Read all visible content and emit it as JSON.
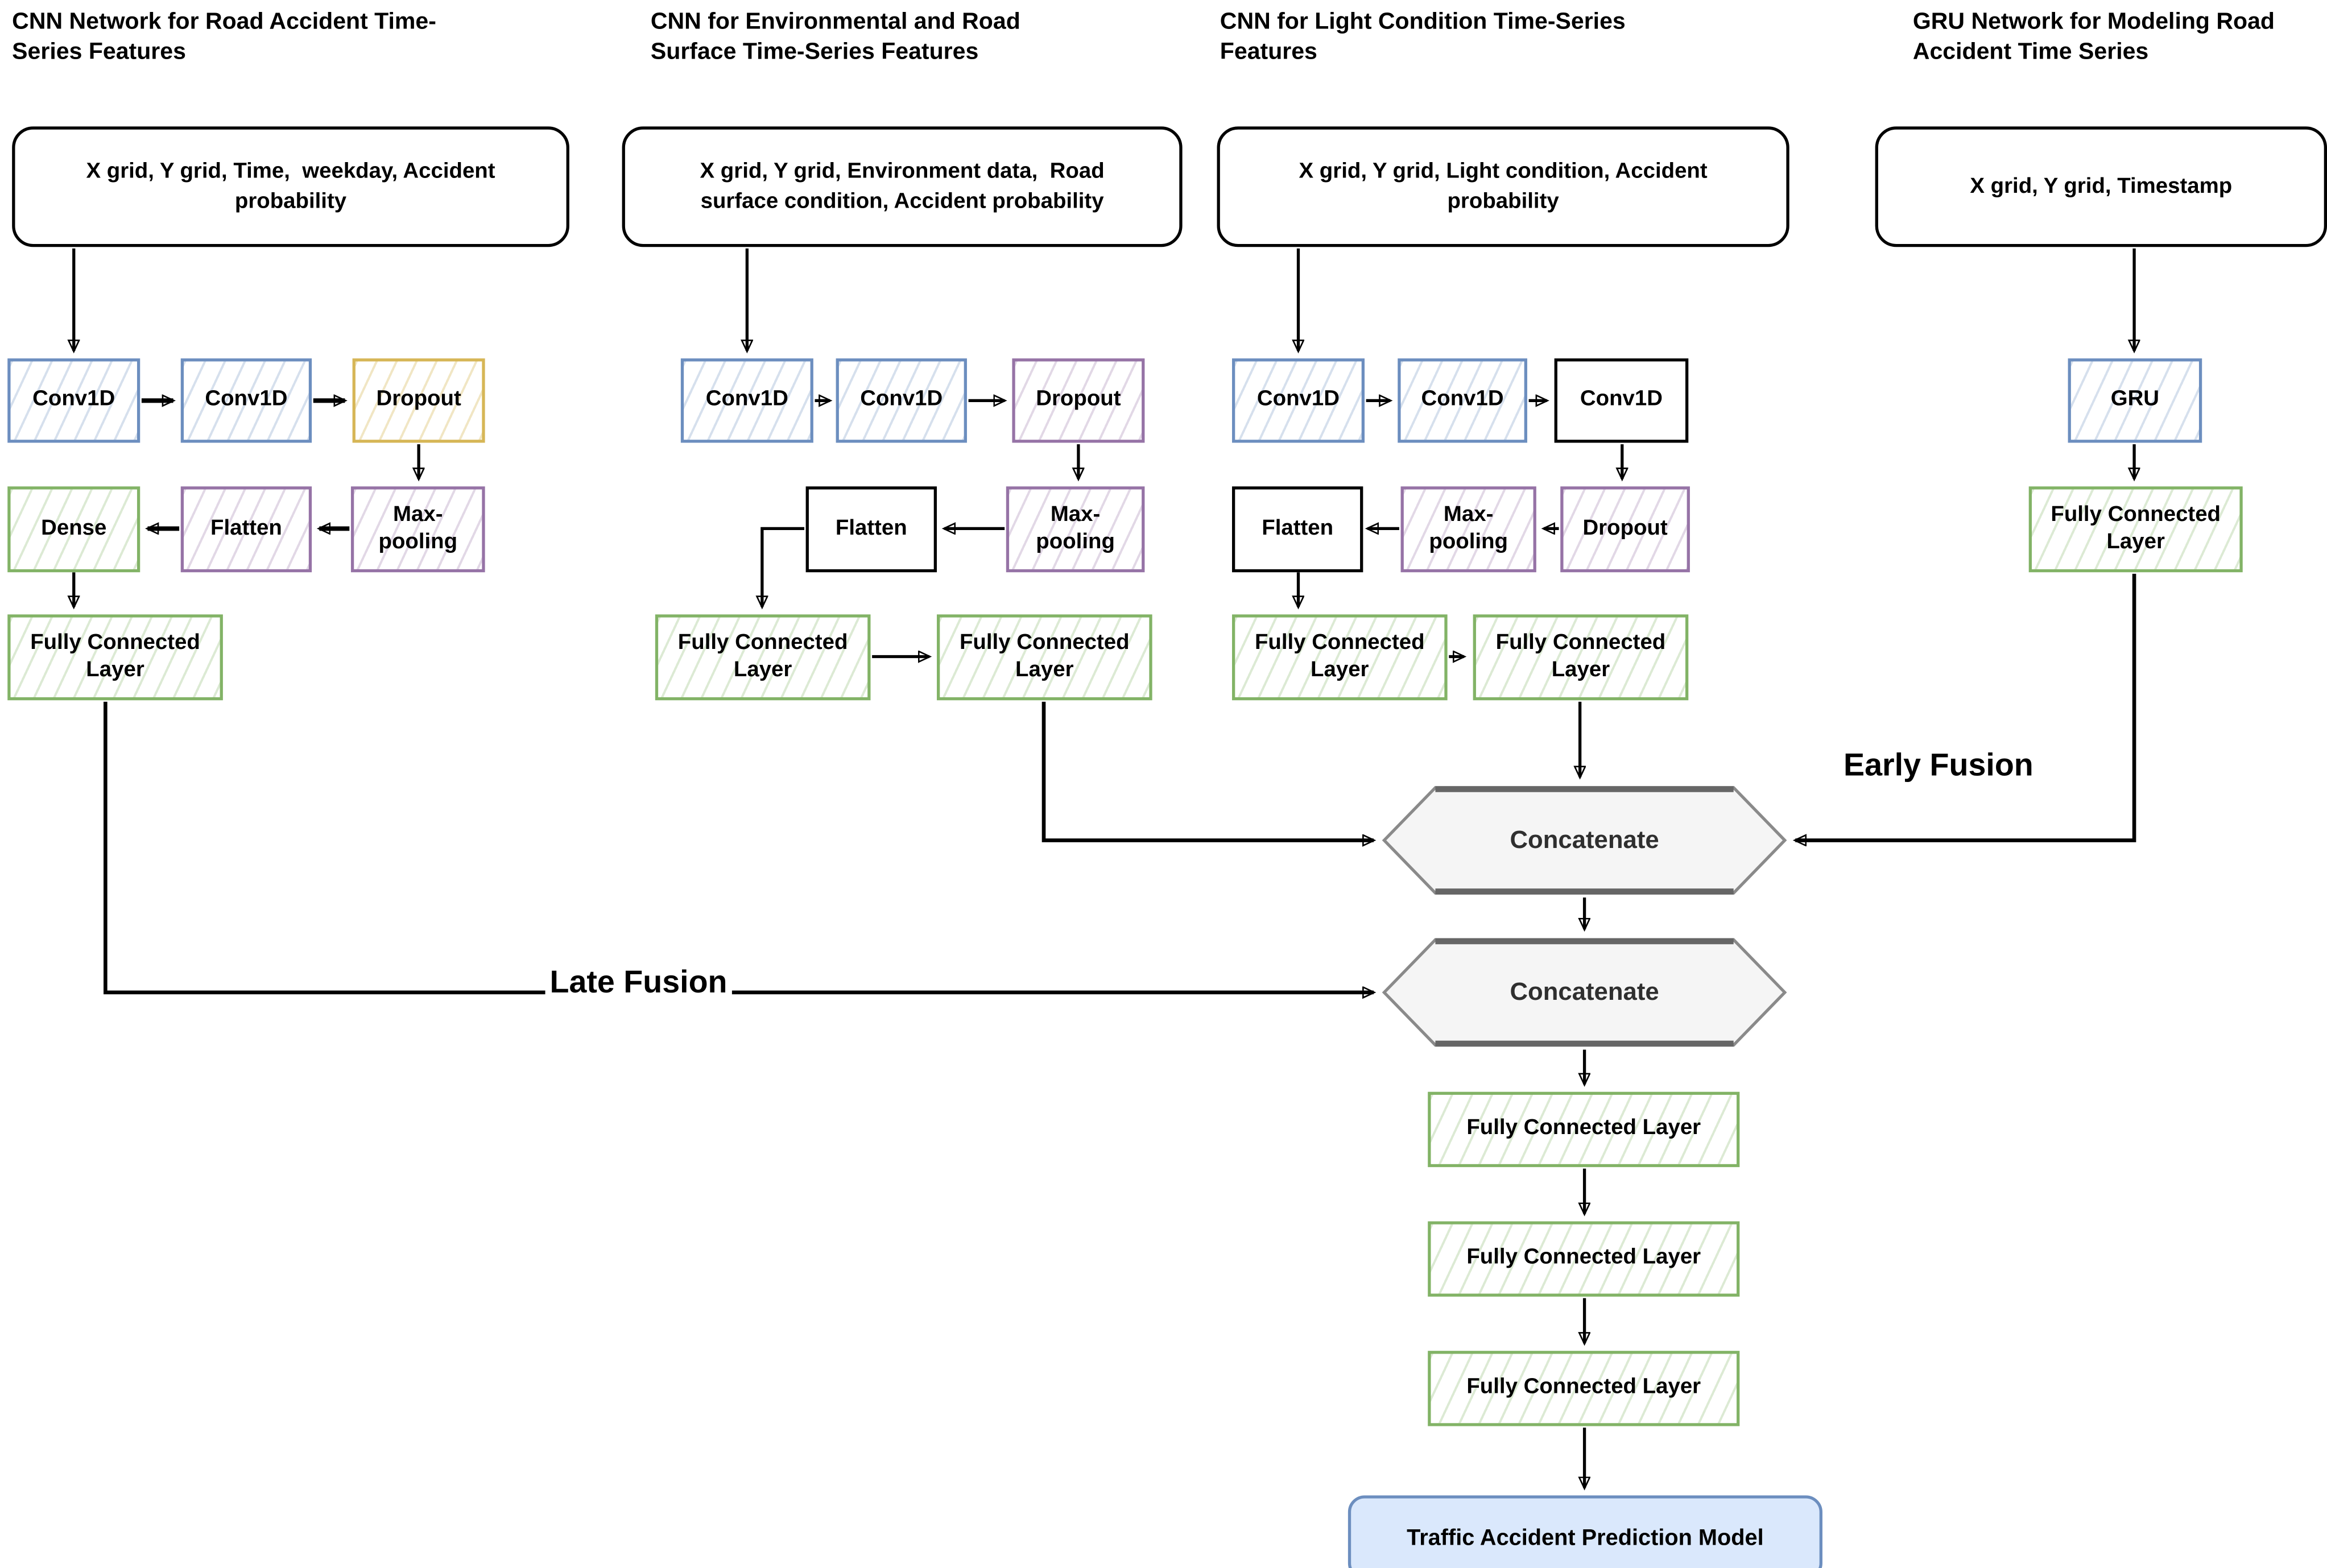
{
  "diagram": {
    "columns": [
      {
        "title": "CNN Network for Road Accident Time-\nSeries Features",
        "input": "X grid, Y grid, Time,  weekday, Accident\nprobability",
        "nodes": {
          "conv1": "Conv1D",
          "conv2": "Conv1D",
          "dropout": "Dropout",
          "maxpool": "Max-\npooling",
          "flatten": "Flatten",
          "dense": "Dense",
          "fc": "Fully Connected Layer"
        }
      },
      {
        "title": "CNN for Environmental and Road\nSurface Time-Series Features",
        "input": "X grid, Y grid, Environment data,  Road\nsurface condition, Accident probability",
        "nodes": {
          "conv1": "Conv1D",
          "conv2": "Conv1D",
          "dropout": "Dropout",
          "maxpool": "Max-\npooling",
          "flatten": "Flatten",
          "fc1": "Fully Connected Layer",
          "fc2": "Fully Connected Layer"
        }
      },
      {
        "title": "CNN for Light Condition Time-Series\nFeatures",
        "input": "X grid, Y grid, Light condition, Accident\nprobability",
        "nodes": {
          "conv1": "Conv1D",
          "conv2": "Conv1D",
          "conv3": "Conv1D",
          "dropout": "Dropout",
          "maxpool": "Max-\npooling",
          "flatten": "Flatten",
          "fc1": "Fully Connected Layer",
          "fc2": "Fully Connected Layer"
        }
      },
      {
        "title": "GRU Network for Modeling Road\nAccident Time Series",
        "input": "X grid, Y grid, Timestamp",
        "nodes": {
          "gru": "GRU",
          "fc": "Fully Connected Layer"
        }
      }
    ],
    "fusion": {
      "early_label": "Early Fusion",
      "late_label": "Late Fusion",
      "concat1": "Concatenate",
      "concat2": "Concatenate"
    },
    "output": {
      "fc1": "Fully Connected Layer",
      "fc2": "Fully Connected Layer",
      "fc3": "Fully Connected Layer",
      "final": "Traffic Accident Prediction Model"
    },
    "colors": {
      "conv_stroke": "#6c8ebf",
      "dense_stroke": "#82b366",
      "pool_stroke": "#9673a6",
      "dropout_gold_stroke": "#d6b656",
      "plain_stroke": "#000000",
      "hex_fill": "#f5f5f5",
      "hex_stroke": "#666666",
      "final_fill": "#dae8fc",
      "final_stroke": "#6c8ebf",
      "text": "#000000"
    }
  }
}
